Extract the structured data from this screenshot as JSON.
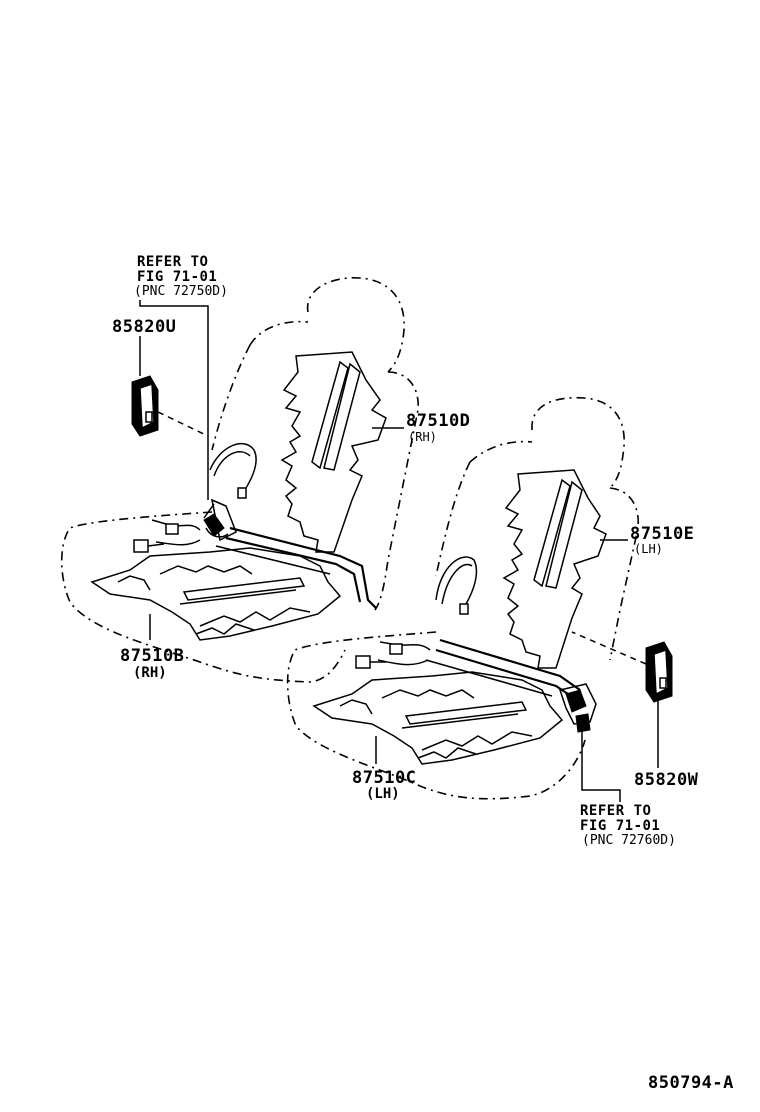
{
  "diagram": {
    "labels": {
      "refer_rh": {
        "line1": "REFER TO",
        "line2": "FIG 71-01",
        "line3": "(PNC 72750D)"
      },
      "refer_lh": {
        "line1": "REFER TO",
        "line2": "FIG 71-01",
        "line3": "(PNC 72760D)"
      },
      "part_85820u": "85820U",
      "part_87510d": "87510D",
      "part_87510d_side": "(RH)",
      "part_87510e": "87510E",
      "part_87510e_side": "(LH)",
      "part_87510b": "87510B",
      "part_87510b_side": "(RH)",
      "part_87510c": "87510C",
      "part_87510c_side": "(LH)",
      "part_85820w": "85820W",
      "figure_id": "850794-A"
    }
  }
}
